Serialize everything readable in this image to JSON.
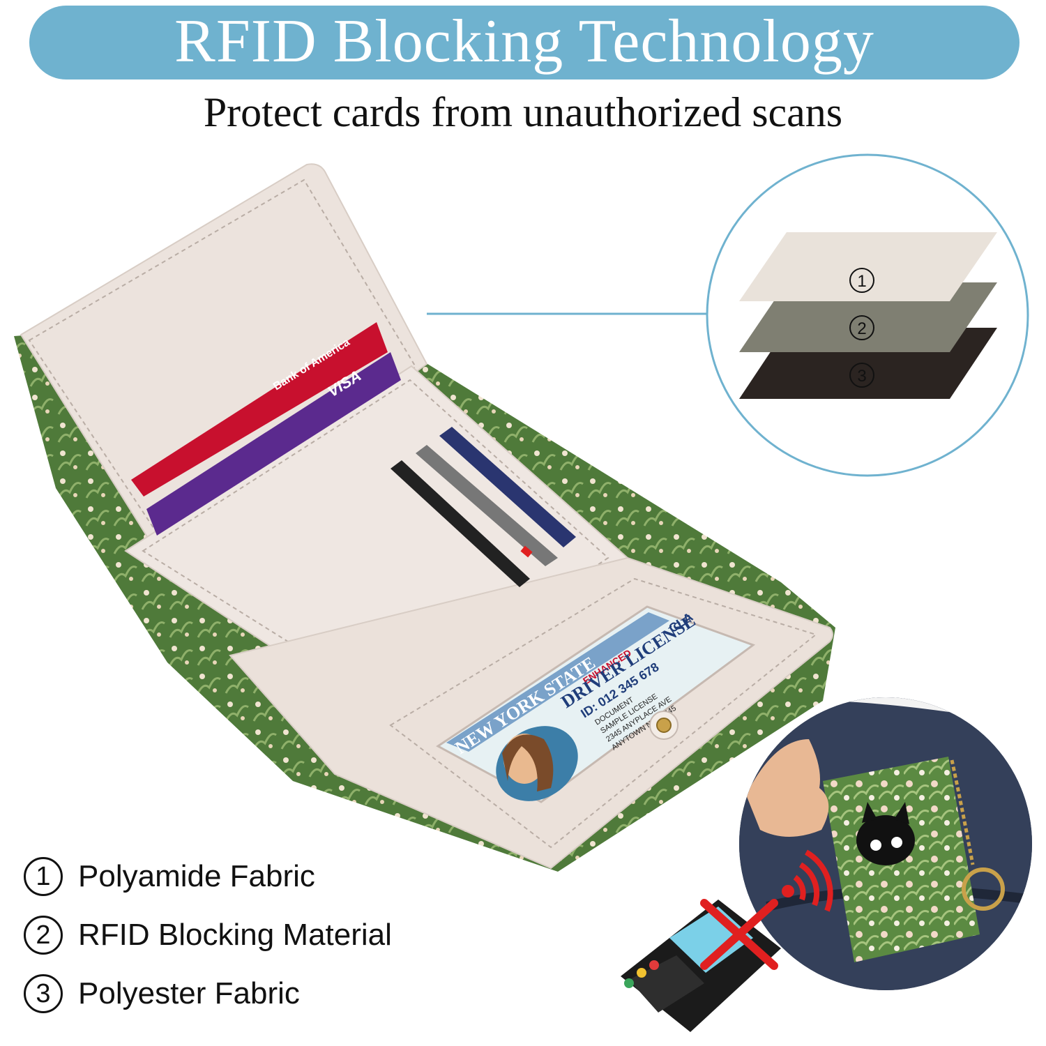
{
  "header": {
    "title": "RFID Blocking Technology",
    "subtitle": "Protect cards from unauthorized scans"
  },
  "layers": [
    {
      "number": "1",
      "label": "Polyamide Fabric",
      "color": "#e9e2da"
    },
    {
      "number": "2",
      "label": "RFID Blocking Material",
      "color": "#7f7f72"
    },
    {
      "number": "3",
      "label": "Polyester Fabric",
      "color": "#2b2421"
    }
  ],
  "colors": {
    "banner": "#6fb2cf",
    "wallet_interior": "#ece3dd",
    "wallet_exterior": "#4f7a3a",
    "card_red": "#c8102e",
    "card_purple": "#5b2a8e",
    "card_navy": "#2a3570",
    "block_red": "#e02020"
  },
  "cards": {
    "bank_name": "Bank of America",
    "network": "VISA"
  },
  "id_card": {
    "state": "NEW YORK STATE",
    "type": "DRIVER LICENSE",
    "id_number": "ID: 012 345 678",
    "tag": "ENHANCED",
    "class": "CLA",
    "address_lines": [
      "DOCUMENT",
      "SAMPLE LICENSE",
      "2345 ANYPLACE AVE",
      "ANYTOWN NY 12345"
    ]
  },
  "icons": {
    "wireless": "wifi-signal-icon",
    "blocked": "red-x-icon",
    "terminal": "card-reader-icon"
  }
}
